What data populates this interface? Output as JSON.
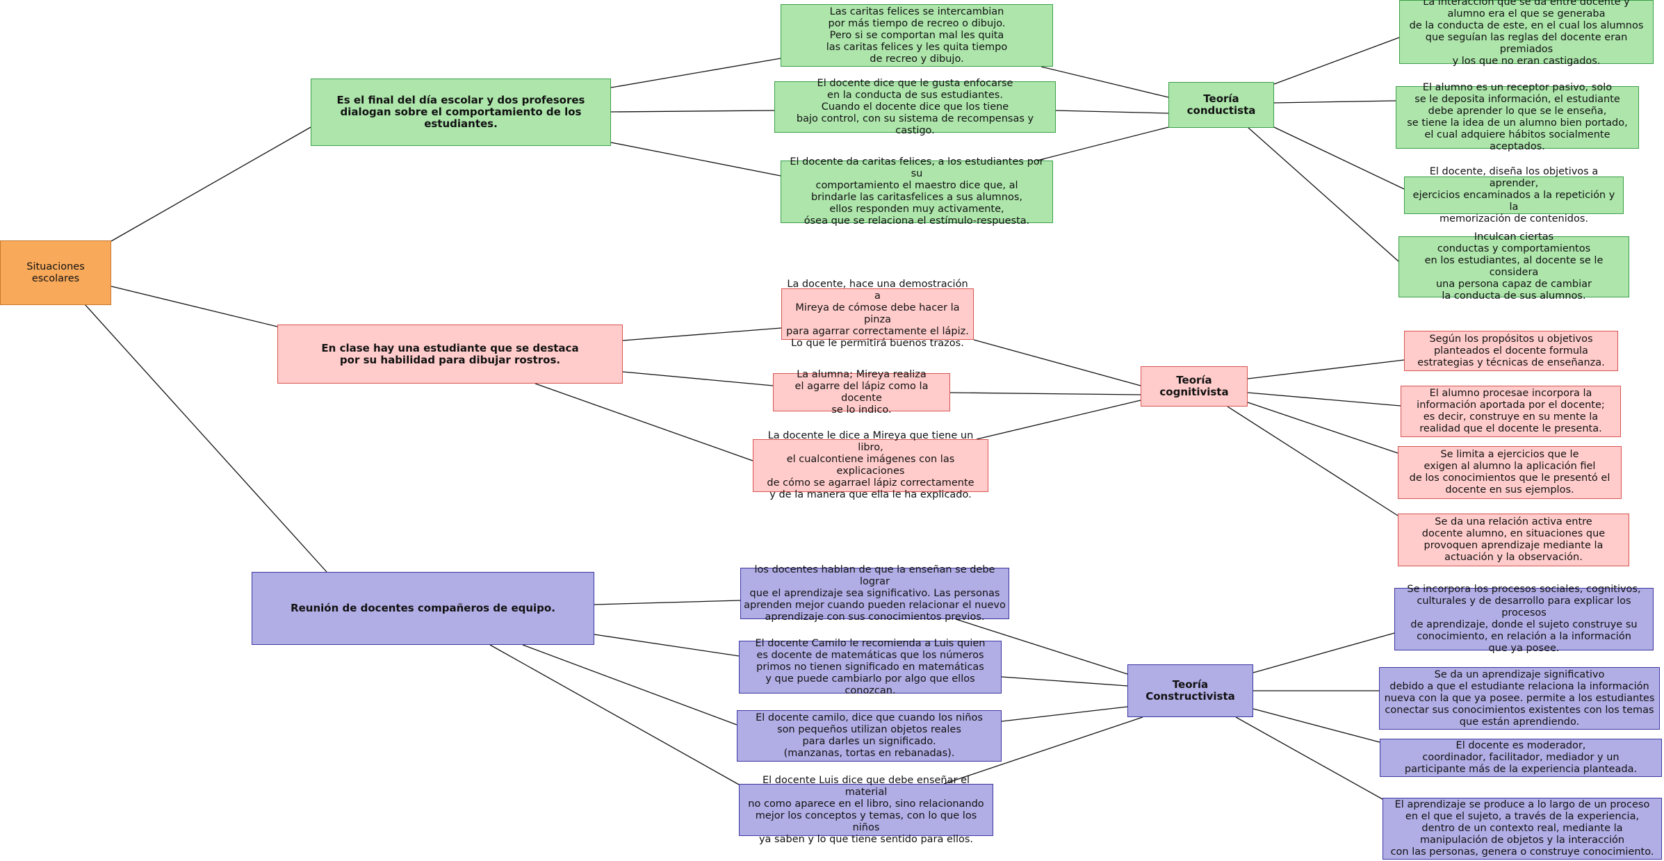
{
  "theme": {
    "root_fill": "#f8a95a",
    "green_fill": "#ade5ab",
    "pink_fill": "#ffcccb",
    "purple_fill": "#b1ade5",
    "line_color": "#111111"
  },
  "root": {
    "label": "Situaciones escolares"
  },
  "branches": {
    "conductista": {
      "situation": "Es el final del día escolar y dos profesores\ndialogan sobre el comportamiento de los estudiantes.",
      "examples": [
        "Las caritas felices se intercambian\npor más tiempo de recreo o dibujo.\nPero si se comportan mal les quita\nlas caritas felices y les quita tiempo\nde recreo y dibujo.",
        "El docente dice que le gusta enfocarse\nen la conducta de sus estudiantes.\nCuando el docente dice que los tiene\nbajo control, con su sistema de recompensas y castigo.",
        "El docente da caritas felices, a los estudiantes por su\ncomportamiento el maestro dice que, al\nbrindarle las caritasfelices a sus alumnos,\nellos responden muy activamente,\nósea que se relaciona el estímulo-respuesta."
      ],
      "theory": "Teoría conductista",
      "traits": [
        "La interacción que se da entre docente y\nalumno era el que se generaba\nde la conducta de este, en el cual los alumnos\nque seguían las reglas del docente eran premiados\ny los que no eran castigados.",
        "El alumno es un receptor pasivo, solo\nse le deposita información, el estudiante\ndebe aprender lo que se le enseña,\nse tiene la idea de un alumno bien portado,\nel cual adquiere hábitos socialmente aceptados.",
        "El docente, diseña los objetivos a aprender,\nejercicios encaminados a la repetición y la\nmemorización de contenidos.",
        "Inculcan ciertas\nconductas y comportamientos\nen los estudiantes, al docente se le considera\nuna persona capaz de cambiar\nla conducta de sus alumnos."
      ]
    },
    "cognitivista": {
      "situation": "En clase hay una estudiante que se destaca\npor su habilidad para dibujar rostros.",
      "examples": [
        "La docente, hace una demostración a\nMireya de cómose debe hacer la pinza\npara agarrar correctamente el lápiz.\nLo que le permitirá buenos trazos.",
        "La alumna; Mireya realiza\nel agarre del lápiz como la docente\nse lo indico.",
        "La docente le dice a Mireya que tiene un libro,\nel cualcontiene imágenes con las explicaciones\nde cómo se agarrael lápiz correctamente\ny de la manera que ella le ha explicado."
      ],
      "theory": "Teoría cognitivista",
      "traits": [
        "Según los propósitos u objetivos\nplanteados el docente formula\nestrategias y técnicas de enseñanza.",
        "El alumno procesae incorpora la\ninformación aportada por el docente;\nes decir, construye en su mente la\nrealidad que el docente le presenta.",
        "Se limita a ejercicios que le\nexigen al alumno la aplicación fiel\nde los conocimientos que le presentó el\ndocente en sus ejemplos.",
        "Se da una relación activa entre\ndocente alumno, en situaciones que\nprovoquen aprendizaje mediante la\nactuación y la observación."
      ]
    },
    "constructivista": {
      "situation": "Reunión de docentes compañeros de equipo.",
      "examples": [
        "los docentes hablan de que la enseñan se debe lograr\nque el aprendizaje sea significativo. Las personas\naprenden mejor cuando pueden relacionar el nuevo\naprendizaje con sus conocimientos previos.",
        "El docente Camilo le recomienda a Luis quien\nes docente de matemáticas que los números\nprimos no tienen significado en matemáticas\ny que puede cambiarlo por algo que ellos conozcan.",
        "El docente camilo, dice que cuando los niños\nson pequeños utilizan objetos reales\npara darles un significado.\n(manzanas, tortas en rebanadas).",
        "El docente Luis dice que debe enseñar el material\nno como aparece en el libro, sino relacionando\nmejor los conceptos y temas, con lo que los niños\nya saben y lo que tiene sentido para ellos."
      ],
      "theory": "Teoría Constructivista",
      "traits": [
        "Se incorpora los procesos sociales, cognitivos,\nculturales y de desarrollo para explicar los procesos\nde aprendizaje, donde el sujeto construye su\nconocimiento, en relación a la información\nque ya posee.",
        "Se da un aprendizaje significativo\ndebido a que el estudiante relaciona la información\nnueva con la que ya posee. permite a los estudiantes\nconectar sus conocimientos existentes con los temas\nque están aprendiendo.",
        "El docente es moderador,\ncoordinador, facilitador, mediador y un\nparticipante más de la experiencia planteada.",
        "El aprendizaje se produce a lo largo de un proceso\nen el que el sujeto, a través de la experiencia,\ndentro de un contexto real, mediante la\nmanipulación de objetos y la interacción\ncon las personas, genera o construye conocimiento."
      ]
    }
  }
}
